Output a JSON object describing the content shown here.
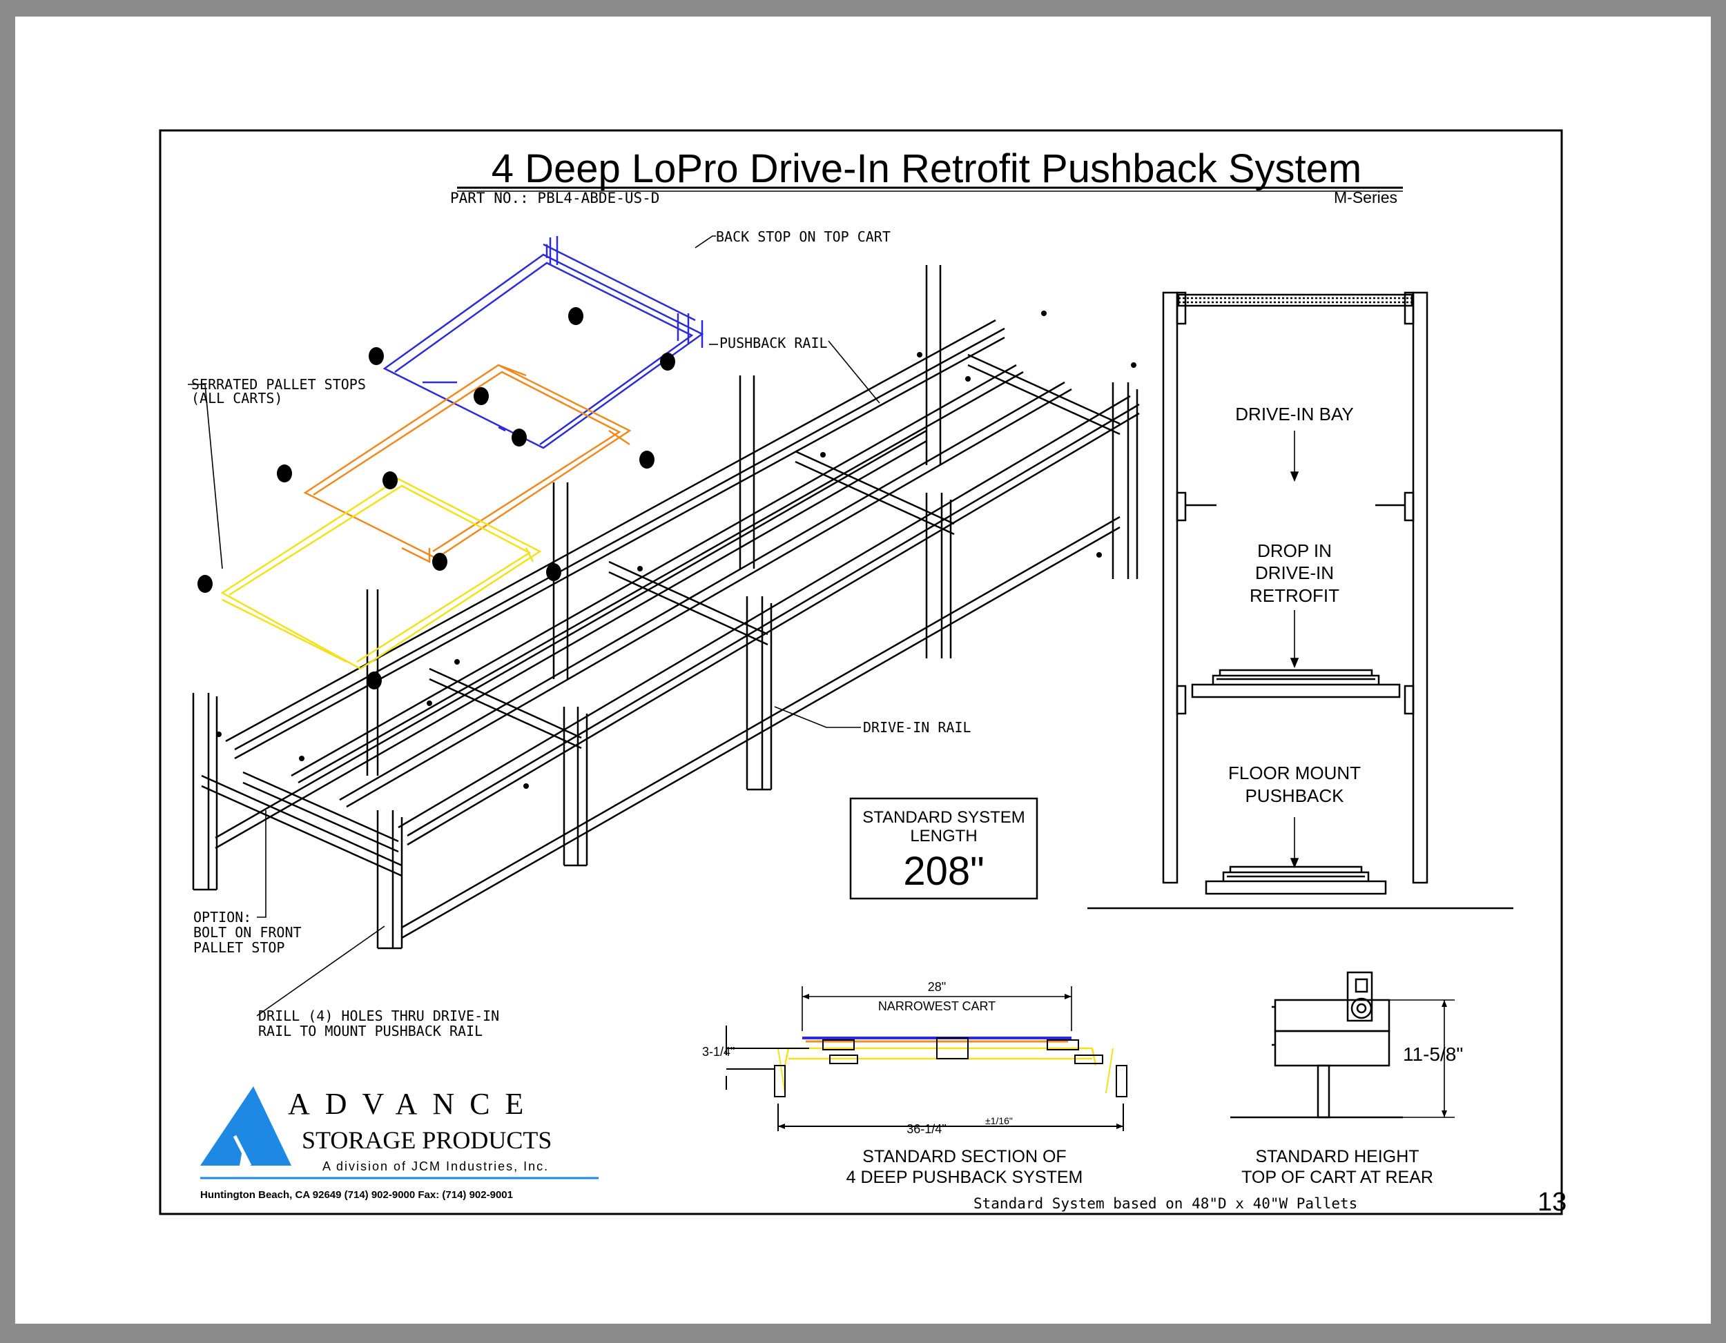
{
  "sheet": {
    "title": "4 Deep LoPro Drive-In Retrofit Pushback System",
    "part_no": "PART NO.: PBL4-ABDE-US-D",
    "series": "M-Series",
    "page_number": "13",
    "footer_note": "Standard System based on 48\"D x 40\"W Pallets"
  },
  "callouts": {
    "back_stop": "BACK STOP ON TOP CART",
    "pushback_rail": "PUSHBACK RAIL",
    "serrated_line1": "SERRATED PALLET STOPS",
    "serrated_line2": "(ALL CARTS)",
    "drive_in_rail": "DRIVE-IN RAIL",
    "option_line1": "OPTION:",
    "option_line2": "BOLT ON FRONT",
    "option_line3": "PALLET STOP",
    "drill_line1": "DRILL (4) HOLES THRU DRIVE-IN",
    "drill_line2": "RAIL TO MOUNT PUSHBACK RAIL"
  },
  "system_length": {
    "line1": "STANDARD SYSTEM",
    "line2": "LENGTH",
    "value": "208\""
  },
  "elevation": {
    "drive_in_bay": "DRIVE-IN BAY",
    "drop_in_1": "DROP IN",
    "drop_in_2": "DRIVE-IN",
    "drop_in_3": "RETROFIT",
    "floor_1": "FLOOR MOUNT",
    "floor_2": "PUSHBACK"
  },
  "section": {
    "cart_width": "28\"",
    "cart_label": "NARROWEST CART",
    "height": "3-1/4\"",
    "overall": "36-1/4\"",
    "tolerance": "±1/16\"",
    "caption1": "STANDARD SECTION OF",
    "caption2": "4 DEEP PUSHBACK SYSTEM"
  },
  "height_detail": {
    "dimension": "11-5/8\"",
    "caption1": "STANDARD HEIGHT",
    "caption2": "TOP OF CART AT REAR"
  },
  "logo": {
    "name": "ADVANCE",
    "line2": "STORAGE PRODUCTS",
    "line3": "A division of JCM Industries, Inc.",
    "address": "Huntington Beach, CA 92649 (714) 902-9000 Fax: (714) 902-9001"
  },
  "colors": {
    "top_cart": "#2b2bd9",
    "middle_cart": "#f08a1e",
    "bottom_cart": "#f2e21a",
    "logo_blue": "#1e88e5"
  }
}
